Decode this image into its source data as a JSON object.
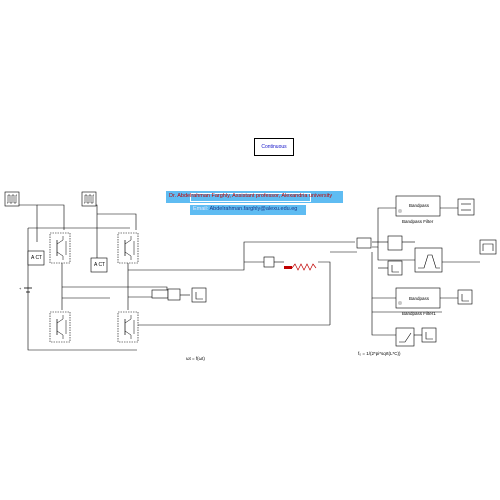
{
  "solver": {
    "label": "Continuous"
  },
  "author": {
    "line": "Dr. Abdelrahman Farghly, Assistant professor, Alexandria university",
    "email_prefix": "Email:",
    "email": "Abdelrahman.farghly@alexu.edu.eg"
  },
  "blocks": {
    "ac1": "A CT",
    "ac2": "A CT",
    "bandpass1": "Bandpass",
    "bandpass2": "Bandpass",
    "bandpass1_caption": "Bandpass Filter",
    "bandpass2_caption": "Bandpass Filter1",
    "resonant_formula": "f₀ = 1/(2*pi*sqrt(L*C))",
    "signal_label": "ωt = f(ωt)"
  },
  "colors": {
    "wire": "#000000",
    "banner": "#5fbcf2",
    "inductor": "#c00000"
  }
}
